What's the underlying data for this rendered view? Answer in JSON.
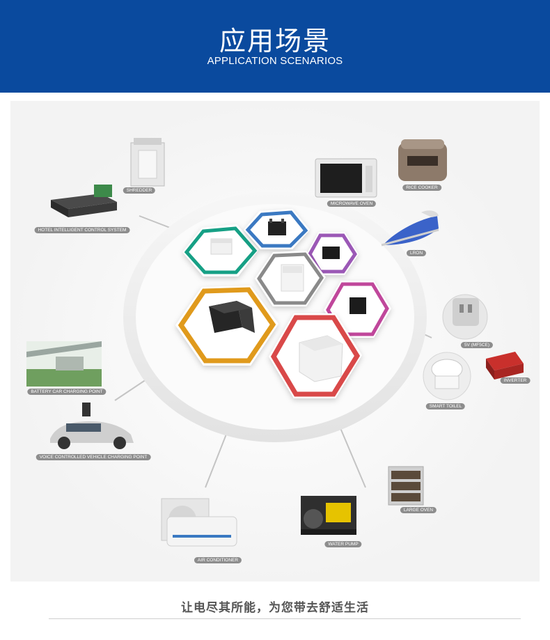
{
  "header": {
    "title": "应用场景",
    "subtitle": "APPLICATION SCENARIOS",
    "bg_color": "#0a4a9e"
  },
  "scenarios": {
    "shredder": "SHREDDER",
    "hotel": "HOTEL INTELLIGENT CONTROL SYSTEM",
    "battery_car": "BATTERY CAR CHARGING POINT",
    "voice_vehicle": "VOICE CONTROLLED VEHICLE CHARGING POINT",
    "air_conditioner": "AIR CONDITIONER",
    "water_pump": "WATER PUMP",
    "large_oven": "LARGE OVEN",
    "smart_toilet": "SMART TOILEL",
    "inverter": "INVERTER",
    "socket": "5V (MF5CE)",
    "iron": "LRON",
    "rice_cooker": "RICE COOKER",
    "microwave": "MICROWAVE OVEN"
  },
  "hex_colors": {
    "teal": "#16a085",
    "blue": "#3a79c2",
    "purple": "#9b59b6",
    "gray": "#8a8a8a",
    "magenta": "#c0479b",
    "orange": "#e09a1a",
    "red": "#d94848"
  },
  "footer": {
    "slogan": "让电尽其所能，为您带去舒适生活"
  }
}
